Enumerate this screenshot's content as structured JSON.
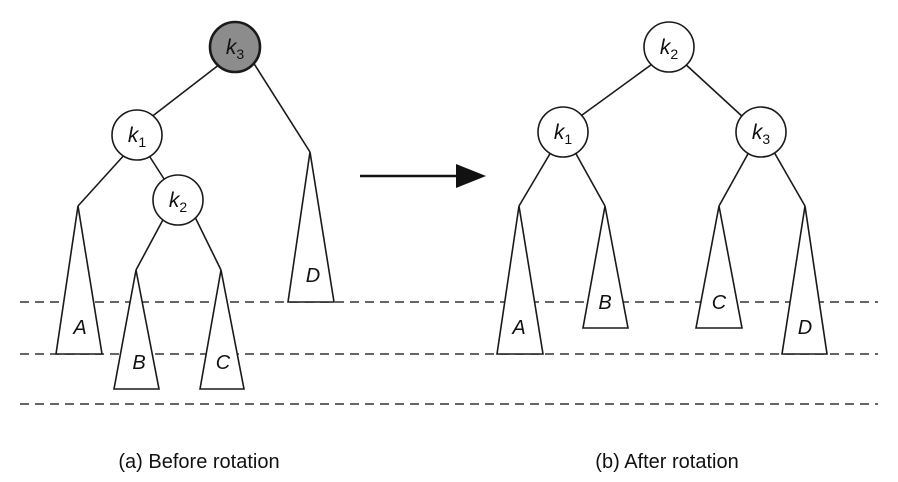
{
  "colors": {
    "stroke": "#1a1a1a",
    "node_fill": "#ffffff",
    "highlight_fill": "#8c8c8c",
    "arrow": "#111111"
  },
  "before": {
    "nodes": {
      "k3": {
        "letter": "k",
        "sub": "3",
        "highlighted": true
      },
      "k1": {
        "letter": "k",
        "sub": "1",
        "highlighted": false
      },
      "k2": {
        "letter": "k",
        "sub": "2",
        "highlighted": false
      }
    },
    "subtrees": {
      "A": "A",
      "B": "B",
      "C": "C",
      "D": "D"
    },
    "caption": "(a) Before rotation"
  },
  "after": {
    "nodes": {
      "k2": {
        "letter": "k",
        "sub": "2",
        "highlighted": false
      },
      "k1": {
        "letter": "k",
        "sub": "1",
        "highlighted": false
      },
      "k3": {
        "letter": "k",
        "sub": "3",
        "highlighted": false
      }
    },
    "subtrees": {
      "A": "A",
      "B": "B",
      "C": "C",
      "D": "D"
    },
    "caption": "(b) After rotation"
  }
}
